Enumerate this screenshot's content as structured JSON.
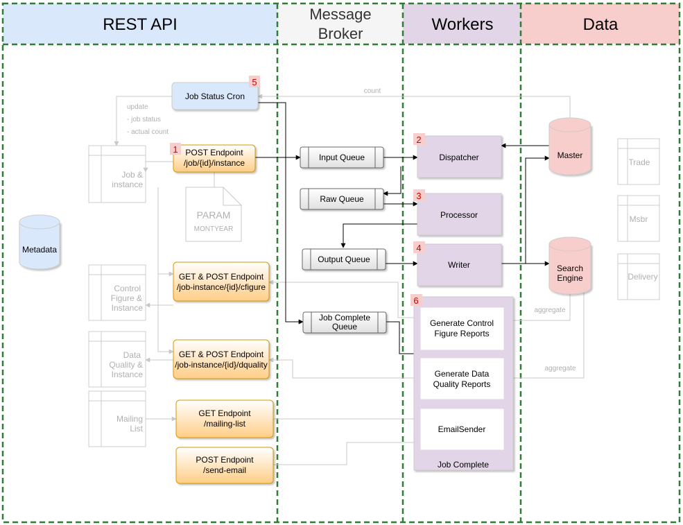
{
  "lanes": [
    {
      "id": "rest",
      "title": "REST API",
      "color": "#dae8fc"
    },
    {
      "id": "broker",
      "title_lines": [
        "Message",
        "Broker"
      ],
      "color": "#f5f5f5"
    },
    {
      "id": "workers",
      "title": "Workers",
      "color": "#e1d5e7"
    },
    {
      "id": "data",
      "title": "Data",
      "color": "#f8cecc"
    }
  ],
  "rest_api": {
    "job_status_cron": "Job Status Cron",
    "post_instance": {
      "lines": [
        "POST Endpoint",
        "/job/{id}/instance"
      ]
    },
    "get_post_cfigure": {
      "lines": [
        "GET & POST Endpoint",
        "/job-instance/{id}/cfigure"
      ]
    },
    "get_post_dquality": {
      "lines": [
        "GET & POST Endpoint",
        "/job-instance/{id}/dquality"
      ]
    },
    "get_mailing": {
      "lines": [
        "GET Endpoint",
        "/mailing-list"
      ]
    },
    "post_email": {
      "lines": [
        "POST Endpoint",
        "/send-email"
      ]
    },
    "metadata": "Metadata",
    "tables": {
      "job_instance": [
        "Job &",
        "instance"
      ],
      "control_figure": [
        "Control",
        "Figure &",
        "Instance"
      ],
      "data_quality": [
        "Data",
        "Quality &",
        "Instance"
      ],
      "mailing_list": [
        "Mailing",
        "List"
      ]
    },
    "param_doc": {
      "title": "PARAM",
      "subtitle": "MONTYEAR"
    },
    "update_note": [
      "update",
      "- job status",
      "- actual count"
    ]
  },
  "broker": {
    "input_queue": "Input Queue",
    "raw_queue": "Raw Queue",
    "output_queue": "Output Queue",
    "job_complete_queue": [
      "Job Complete",
      "Queue"
    ]
  },
  "workers": {
    "dispatcher": "Dispatcher",
    "processor": "Processor",
    "writer": "Writer",
    "job_complete": {
      "label": "Job Complete",
      "control_reports": [
        "Generate Control",
        "Figure Reports"
      ],
      "quality_reports": [
        "Generate Data",
        "Quality Reports"
      ],
      "email_sender": "EmailSender"
    }
  },
  "data": {
    "master": "Master",
    "search_engine": [
      "Search",
      "Engine"
    ],
    "tables": {
      "trade": "Trade",
      "msbr": "Msbr",
      "delivery": "Delivery"
    }
  },
  "edge_labels": {
    "count": "count",
    "aggregate_1": "aggregate",
    "aggregate_2": "aggregate"
  },
  "badges": [
    "1",
    "2",
    "3",
    "4",
    "5",
    "6"
  ]
}
